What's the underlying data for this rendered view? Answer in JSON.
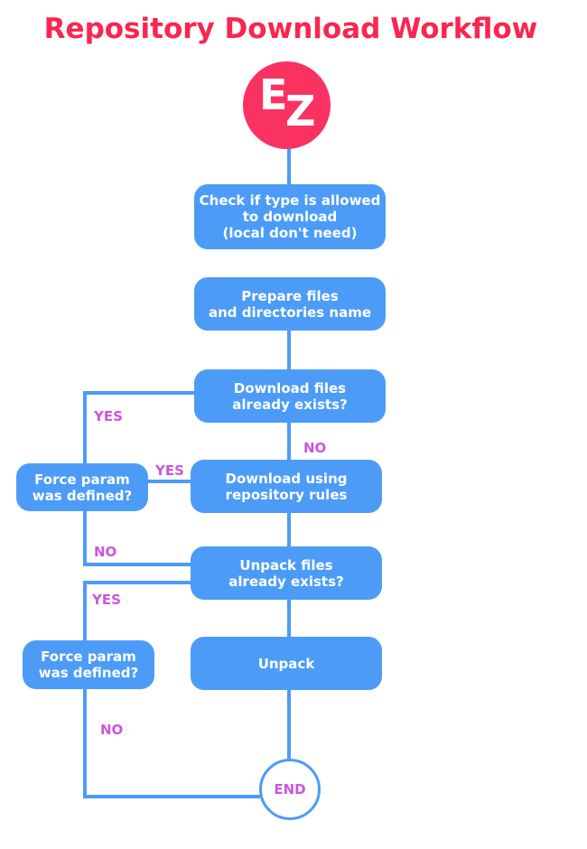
{
  "title": "Repository Download Workflow",
  "logo": {
    "letter_top": "E",
    "letter_bottom": "Z"
  },
  "steps": {
    "check_type": "Check if type is allowed\nto download\n(local don't need)",
    "prepare": "Prepare files\nand directories name",
    "download_exists": "Download files\nalready exists?",
    "download_rules": "Download using\nrepository rules",
    "unpack_exists": "Unpack files\nalready exists?",
    "unpack": "Unpack",
    "force_param_download": "Force param\nwas defined?",
    "force_param_unpack": "Force param\nwas defined?",
    "end": "END"
  },
  "labels": {
    "yes_download_exists": "YES",
    "no_download_exists": "NO",
    "yes_force_download": "YES",
    "no_force_download": "NO",
    "yes_unpack_exists": "YES",
    "no_force_unpack": "NO"
  },
  "colors": {
    "title": "#f9264f",
    "logo": "#fa3262",
    "box": "#4c9cf7",
    "connector": "#4c9cf7",
    "branch_label": "#cc55dd"
  }
}
